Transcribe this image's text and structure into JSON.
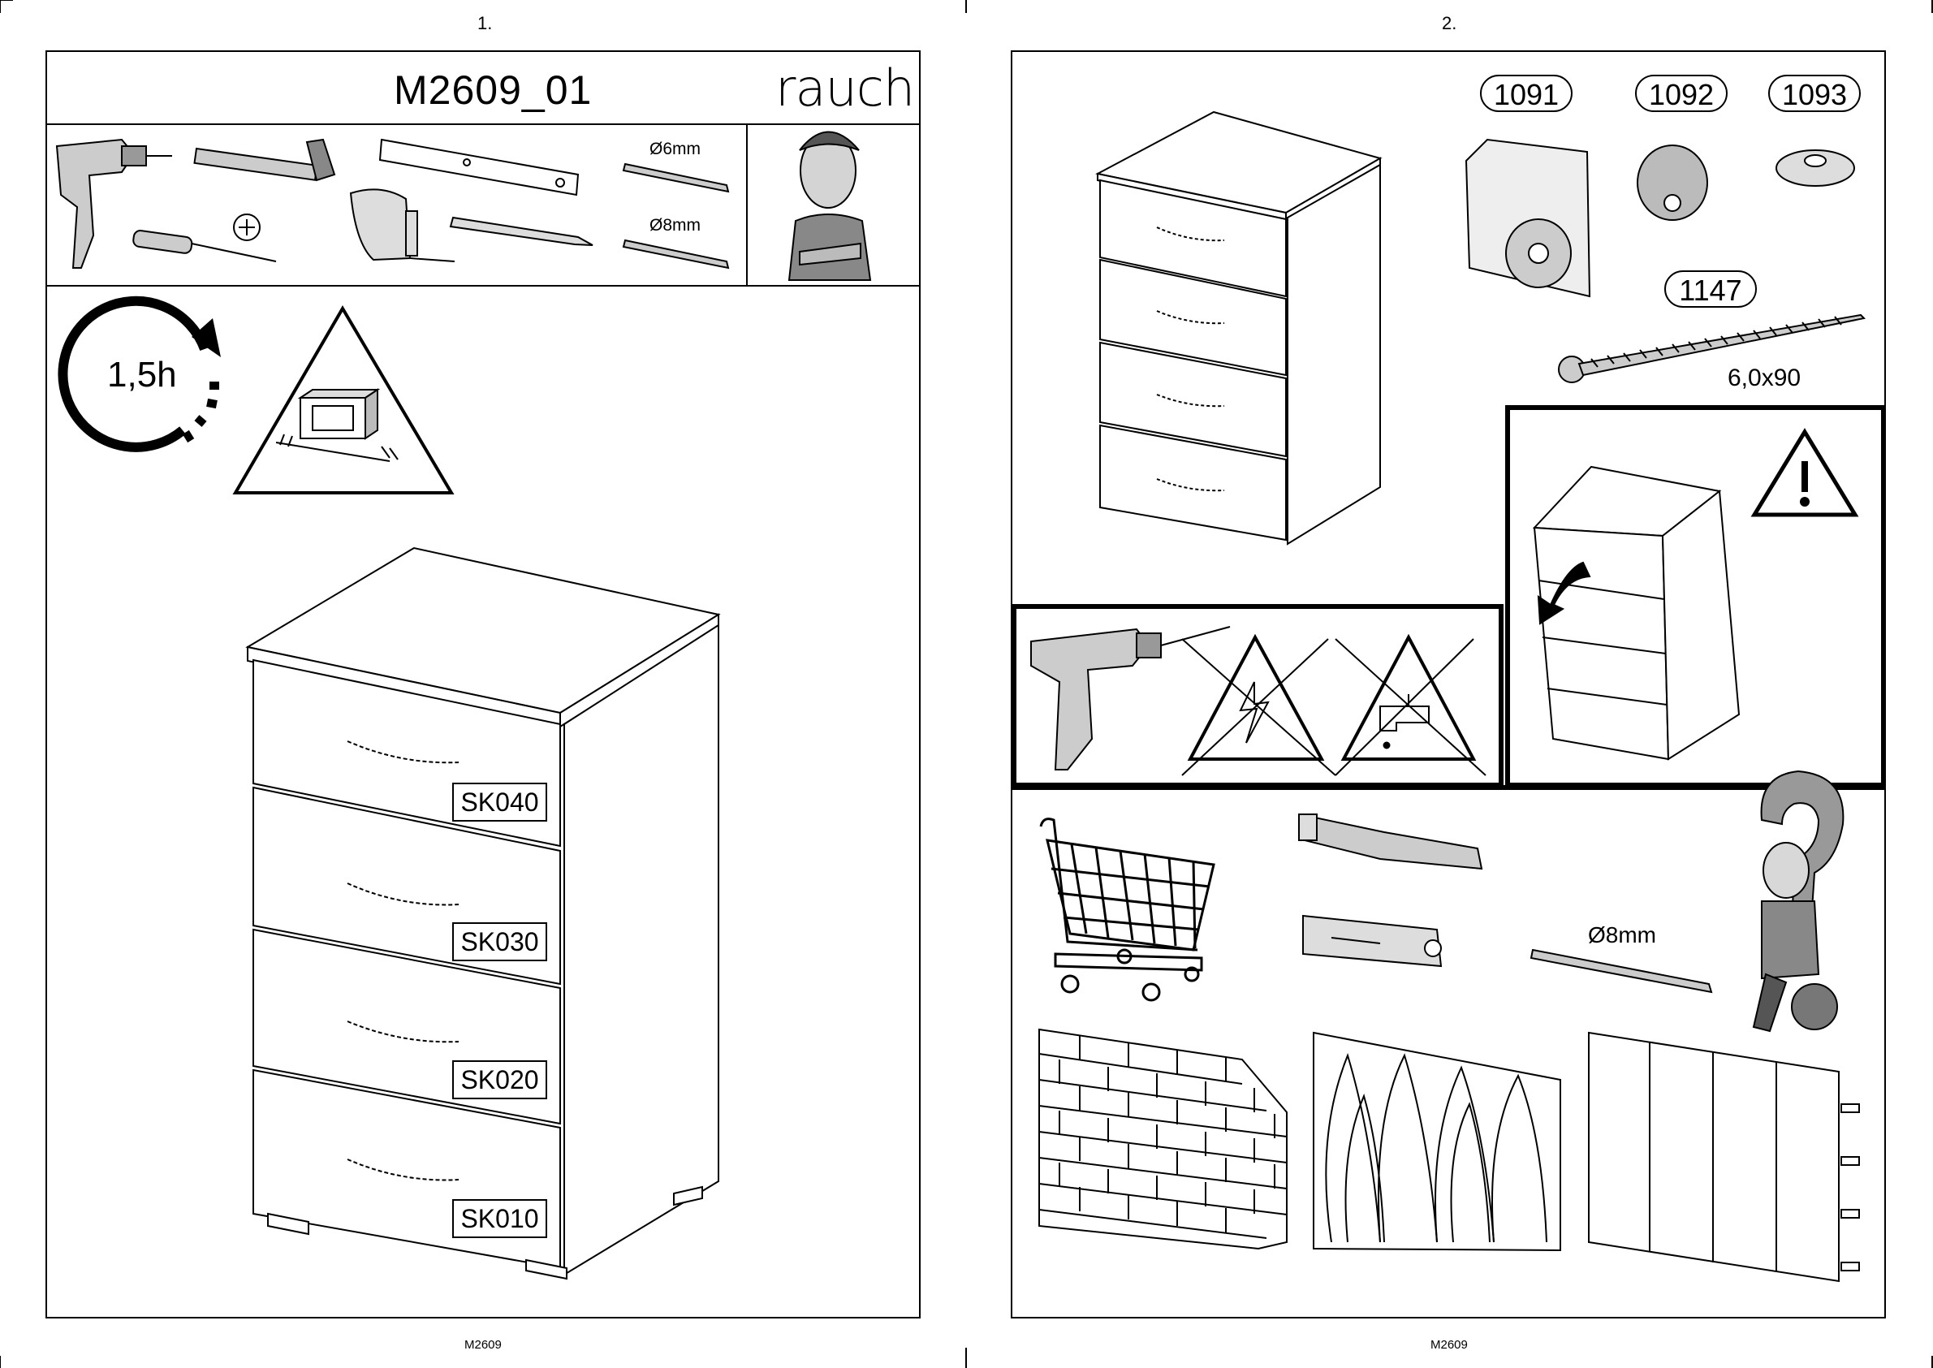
{
  "page_left": {
    "page_number": "1.",
    "title": "M2609_01",
    "brand": "rauch",
    "tools": {
      "drill_6": "Ø6mm",
      "drill_8": "Ø8mm"
    },
    "duration": "1,5h",
    "drawers": [
      {
        "code": "SK040"
      },
      {
        "code": "SK030"
      },
      {
        "code": "SK020"
      },
      {
        "code": "SK010"
      }
    ],
    "footer": "M2609"
  },
  "page_right": {
    "page_number": "2.",
    "parts": [
      {
        "number": "1091",
        "icon": "cam-lock-icon"
      },
      {
        "number": "1092",
        "icon": "cam-connector-icon"
      },
      {
        "number": "1093",
        "icon": "cover-cap-icon"
      },
      {
        "number": "1147",
        "icon": "screw-icon"
      }
    ],
    "screw_size": "6,0x90",
    "drill_size": "Ø8mm",
    "footer": "M2609"
  }
}
